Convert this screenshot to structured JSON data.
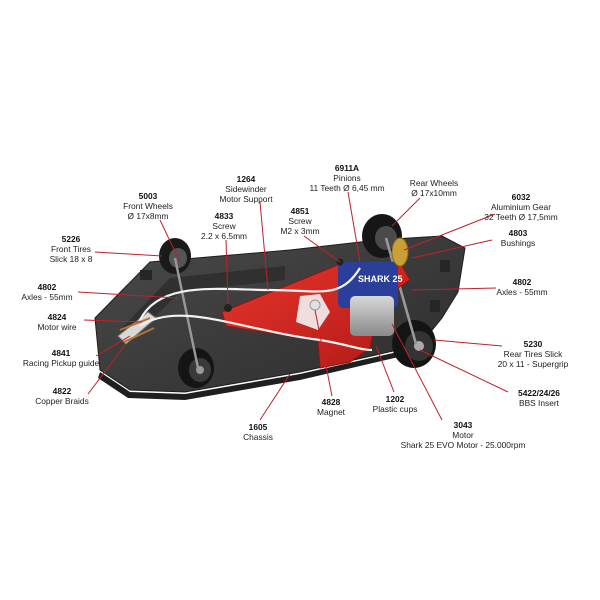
{
  "colors": {
    "leader": "#c0202a",
    "chassis": "#3a3a3a",
    "motor_pod": "#d42420",
    "tire": "#1a1a1a",
    "wire": "#e8e8e8"
  },
  "parts": {
    "p5003": {
      "code": "5003",
      "line1": "Front Wheels",
      "line2": "Ø 17x8mm"
    },
    "p1264": {
      "code": "1264",
      "line1": "Sidewinder",
      "line2": "Motor Support"
    },
    "p6911a": {
      "code": "6911A",
      "line1": "Pinions",
      "line2": "11 Teeth Ø 6,45 mm"
    },
    "prear": {
      "code": "",
      "line1": "Rear Wheels",
      "line2": "Ø 17x10mm"
    },
    "p6032": {
      "code": "6032",
      "line1": "Aluminium Gear",
      "line2": "32 Teeth Ø 17,5mm"
    },
    "p4833": {
      "code": "4833",
      "line1": "Screw",
      "line2": "2.2 x 6.5mm"
    },
    "p4851": {
      "code": "4851",
      "line1": "Screw",
      "line2": "M2 x 3mm"
    },
    "p5226": {
      "code": "5226",
      "line1": "Front Tires",
      "line2": "Slick 18 x 8"
    },
    "p4803": {
      "code": "4803",
      "line1": "Bushings",
      "line2": ""
    },
    "p4802a": {
      "code": "4802",
      "line1": "Axles - 55mm",
      "line2": ""
    },
    "p4802b": {
      "code": "4802",
      "line1": "Axles - 55mm",
      "line2": ""
    },
    "p4824": {
      "code": "4824",
      "line1": "Motor wire",
      "line2": ""
    },
    "p4841": {
      "code": "4841",
      "line1": "Racing Pickup guide",
      "line2": ""
    },
    "p4822": {
      "code": "4822",
      "line1": "Copper Braids",
      "line2": ""
    },
    "p5230": {
      "code": "5230",
      "line1": "Rear Tires Slick",
      "line2": "20 x 11 - Supergrip"
    },
    "p5422": {
      "code": "5422/24/26",
      "line1": "BBS Insert",
      "line2": ""
    },
    "p1605": {
      "code": "1605",
      "line1": "Chassis",
      "line2": ""
    },
    "p4828": {
      "code": "4828",
      "line1": "Magnet",
      "line2": ""
    },
    "p1202": {
      "code": "1202",
      "line1": "Plastic cups",
      "line2": ""
    },
    "p3043": {
      "code": "3043",
      "line1": "Motor",
      "line2": "Shark 25 EVO Motor - 25.000rpm"
    }
  },
  "motor_label": "SHARK 25"
}
